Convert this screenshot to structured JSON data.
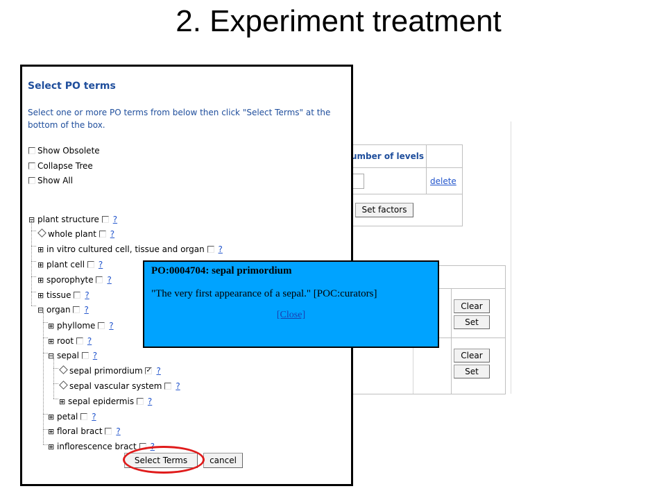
{
  "slide": {
    "title": "2. Experiment treatment"
  },
  "background": {
    "header_number_of_levels": "umber of levels",
    "delete_link": "delete",
    "set_factors_label": "Set factors",
    "clear_label": "Clear",
    "set_label": "Set"
  },
  "dialog": {
    "title": "Select PO terms",
    "instruction": "Select one or more PO terms from below then click \"Select Terms\" at the bottom of the box.",
    "options": [
      "Show Obsolete",
      "Collapse Tree",
      "Show All"
    ],
    "help_mark": "?",
    "tree": [
      "plant structure",
      "whole plant",
      "in vitro cultured cell, tissue and organ",
      "plant cell",
      "sporophyte",
      "tissue",
      "organ",
      "phyllome",
      "root",
      "sepal",
      "sepal primordium",
      "sepal vascular system",
      "sepal epidermis",
      "petal",
      "floral bract",
      "inflorescence bract"
    ],
    "select_terms_label": "Select Terms",
    "cancel_label": "cancel"
  },
  "popup": {
    "title": "PO:0004704: sepal primordium",
    "definition": "\"The very first appearance of a sepal.\" [POC:curators]",
    "close_label": "[Close]"
  },
  "icons": {
    "expand": "plus-box-icon",
    "collapse": "minus-box-icon",
    "leaf": "diamond-leaf-icon",
    "checkbox": "checkbox-icon"
  },
  "colors": {
    "heading_blue": "#1f4e9c",
    "link_blue": "#2255cc",
    "popup_bg": "#00a3ff",
    "highlight_red": "#e01b1b"
  }
}
